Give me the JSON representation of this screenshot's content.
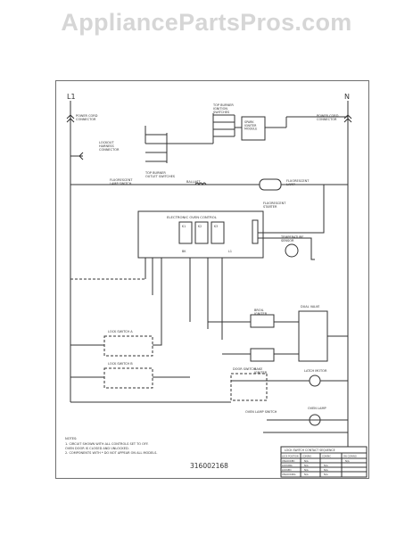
{
  "watermark": "AppliancePartsPros.com",
  "lines": {
    "l1": "L1",
    "n": "N"
  },
  "labels": {
    "power_cord_left": "POWER CORD\nCONNECTOR",
    "power_cord_right": "POWER CORD\nCONNECTOR",
    "top_burner_ignition": "TOP BURNER\nIGNITION\nSWITCHES",
    "spark_module": "SPARK\nIGNITER\nMODULE",
    "lockout_connector": "LOCKOUT\nHARNESS\nCONNECTOR",
    "burner_switches": "TOP BURNER\nOUTLET SWITCHES",
    "fluorescent_switch": "FLUORESCENT\nLAMP SWITCH",
    "ballast": "BALLAST",
    "fluorescent_lamp": "FLUORESCENT\nLAMP",
    "fluorescent_starter": "FLUORESCENT\nSTARTER",
    "electronic_control": "ELECTRONIC OVEN CONTROL",
    "temperature_sensor": "TEMPERATURE\nSENSOR",
    "broil_igniter": "BROIL\nIGNITER",
    "dual_valve": "DUAL VALVE",
    "bake_igniter": "BAKE\nIGNITER",
    "door_switch_a": "LOCK SWITCH A",
    "door_switch_b": "LOCK SWITCH B",
    "latch_motor": "LATCH MOTOR",
    "door_switch": "DOOR SWITCH",
    "oven_lamp_switch": "OVEN LAMP SWITCH",
    "oven_lamp": "OVEN LAMP",
    "bk": "BK",
    "l1_term": "L1",
    "k1": "K1",
    "k2": "K2",
    "k3": "K3",
    "relay": "RELAY"
  },
  "notes": {
    "heading": "NOTES:",
    "line1": "1. CIRCUIT SHOWN WITH ALL CONTROLS SET TO OFF.",
    "line2": "   OVEN DOOR IS CLOSED AND UNLOCKED.",
    "line3": "2. COMPONENTS WITH * DO NOT APPEAR ON ALL MODELS."
  },
  "part_number": "316002168",
  "table": {
    "title": "LOCK SWITCH CONTACT SEQUENCE",
    "headers": [
      "LOCK POSITION",
      "COM/NO",
      "COM/NC",
      "SW COM/NO"
    ],
    "rows": [
      [
        "UNLOCKED",
        "N/A",
        "",
        "N/A"
      ],
      [
        "LOCKING",
        "N/A",
        "N/A",
        ""
      ],
      [
        "LOCKED",
        "N/A",
        "N/A",
        ""
      ],
      [
        "UNLOCKING",
        "N/A",
        "N/A",
        ""
      ]
    ]
  }
}
